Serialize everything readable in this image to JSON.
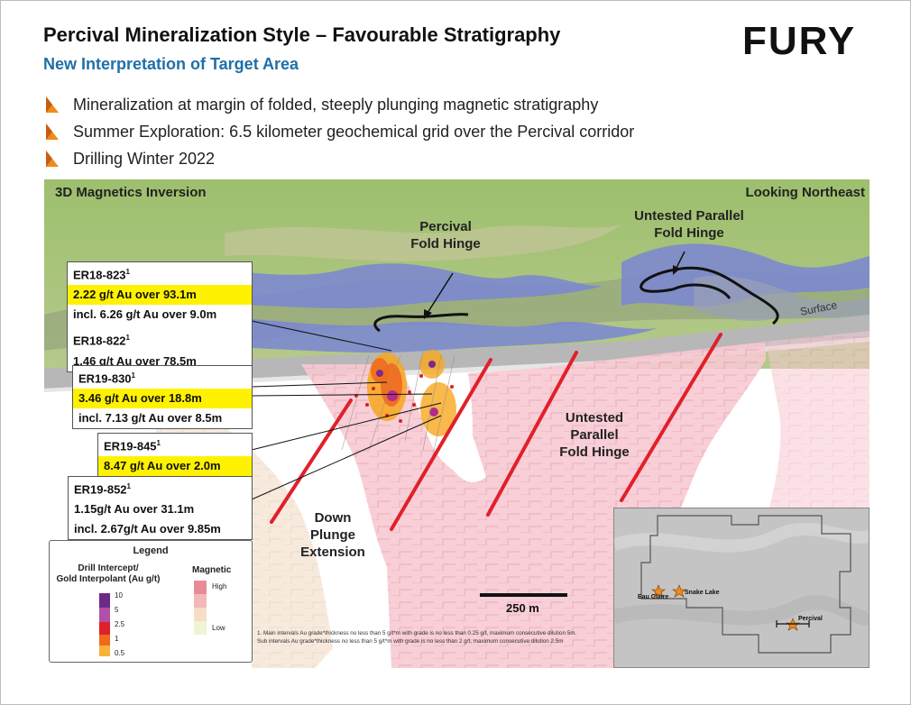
{
  "header": {
    "title": "Percival Mineralization Style – Favourable Stratigraphy",
    "subtitle": "New Interpretation of Target Area",
    "logo_text": "FURY"
  },
  "bullets": [
    "Mineralization at margin of folded, steeply plunging magnetic stratigraphy",
    "Summer Exploration: 6.5 kilometer geochemical grid over the Percival corridor",
    "Drilling Winter 2022"
  ],
  "scene": {
    "top_left_label": "3D Magnetics Inversion",
    "top_right_label": "Looking Northeast",
    "percival_hinge": "Percival\nFold Hinge",
    "untested_parallel_top": "Untested Parallel\nFold Hinge",
    "surface": "Surface",
    "untested_parallel_mid": "Untested\nParallel\nFold Hinge",
    "down_plunge": "Down\nPlunge\nExtension",
    "scale_label": "250 m"
  },
  "callouts": [
    {
      "hole": "ER18-823",
      "sup": "1",
      "rows": [
        {
          "text": "2.22 g/t Au over 93.1m",
          "highlight": true
        },
        {
          "text": "incl. 6.26 g/t Au over 9.0m",
          "highlight": false
        }
      ]
    },
    {
      "hole": "ER18-822",
      "sup": "1",
      "rows": [
        {
          "text": "1.46 g/t Au over 78.5m",
          "highlight": false
        }
      ]
    },
    {
      "hole": "ER19-830",
      "sup": "1",
      "rows": [
        {
          "text": "3.46 g/t Au over 18.8m",
          "highlight": true
        },
        {
          "text": "incl. 7.13 g/t Au over 8.5m",
          "highlight": false
        }
      ]
    },
    {
      "hole": "ER19-845",
      "sup": "1",
      "rows": [
        {
          "text": "8.47 g/t Au over 2.0m",
          "highlight": true
        }
      ]
    },
    {
      "hole": "ER19-852",
      "sup": "1",
      "rows": [
        {
          "text": "1.15g/t Au over 31.1m",
          "highlight": false
        },
        {
          "text": "incl. 2.67g/t Au over 9.85m",
          "highlight": false
        }
      ]
    }
  ],
  "legend": {
    "title": "Legend",
    "drill_title": "Drill Intercept/\nGold Interpolant (Au g/t)",
    "drill_ticks": [
      "10",
      "5",
      "2.5",
      "1",
      "0.5"
    ],
    "mag_title": "Magnetic",
    "mag_high": "High",
    "mag_low": "Low"
  },
  "footnote": "1. Main intervals Au grade*thickness no less than 5 g/t*m with grade is no less than 0.25 g/t, maximum consecutive dilution 5m. Sub intervals Au grade*thickness no less than 5 g/t*m with grade is no less than 2 g/t, maximum consecutive dilution 2.5m",
  "inset_map": {
    "places": [
      "Eau Claire",
      "Snake Lake",
      "Percival"
    ]
  },
  "colors": {
    "subtitle_blue": "#1f6fa8",
    "highlight_yellow": "#fff200",
    "fold_line_red": "#e0202a",
    "accent_orange": "#f08a1c"
  }
}
